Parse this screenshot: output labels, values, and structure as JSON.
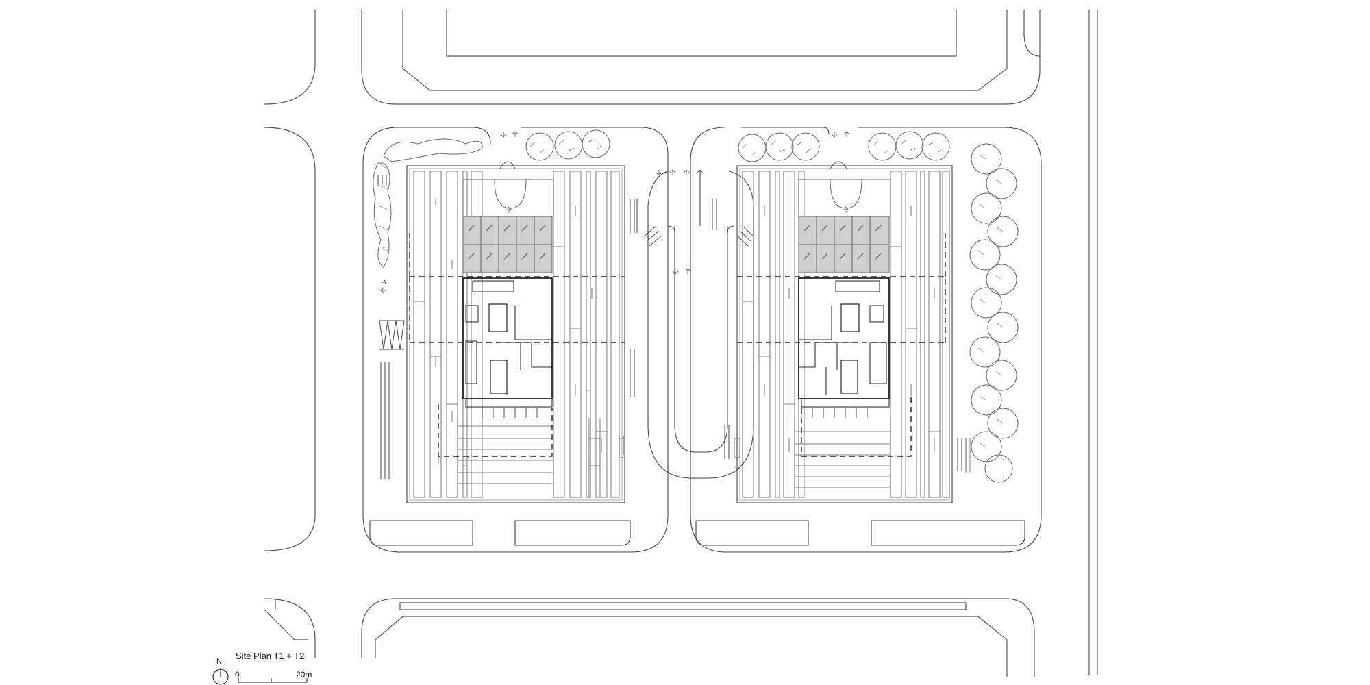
{
  "title": "Site Plan  T1 + T2",
  "north_label": "N",
  "scale": {
    "start_label": "0",
    "end_label": "20m"
  },
  "colors": {
    "line": "#444444",
    "light_line": "#8a8a8a",
    "glazing": "#c8c8c8",
    "tree": "#6a6a6a"
  }
}
